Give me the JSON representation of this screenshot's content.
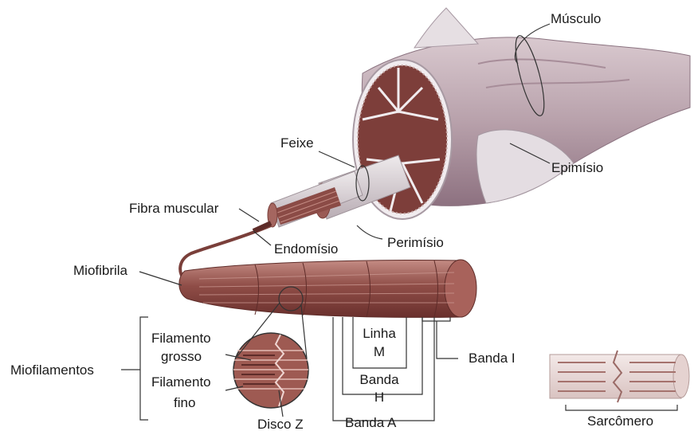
{
  "labels": {
    "musculo": "Músculo",
    "epimisio": "Epimísio",
    "feixe": "Feixe",
    "fibra_muscular": "Fibra muscular",
    "endomisio": "Endomísio",
    "perimisio": "Perimísio",
    "miofibrila": "Miofibrila",
    "miofilamentos": "Miofilamentos",
    "filamento_grosso_1": "Filamento",
    "filamento_grosso_2": "grosso",
    "filamento_fino_1": "Filamento",
    "filamento_fino_2": "fino",
    "disco_z": "Disco Z",
    "linha_m_1": "Linha",
    "linha_m_2": "M",
    "banda_h_1": "Banda",
    "banda_h_2": "H",
    "banda_a": "Banda A",
    "banda_i": "Banda I",
    "sarcomero": "Sarcômero"
  },
  "colors": {
    "muscle_dark": "#7a3f3a",
    "muscle_mid": "#9e5a52",
    "muscle_light": "#c99a92",
    "sheath": "#dcd2d6",
    "line": "#333333"
  }
}
